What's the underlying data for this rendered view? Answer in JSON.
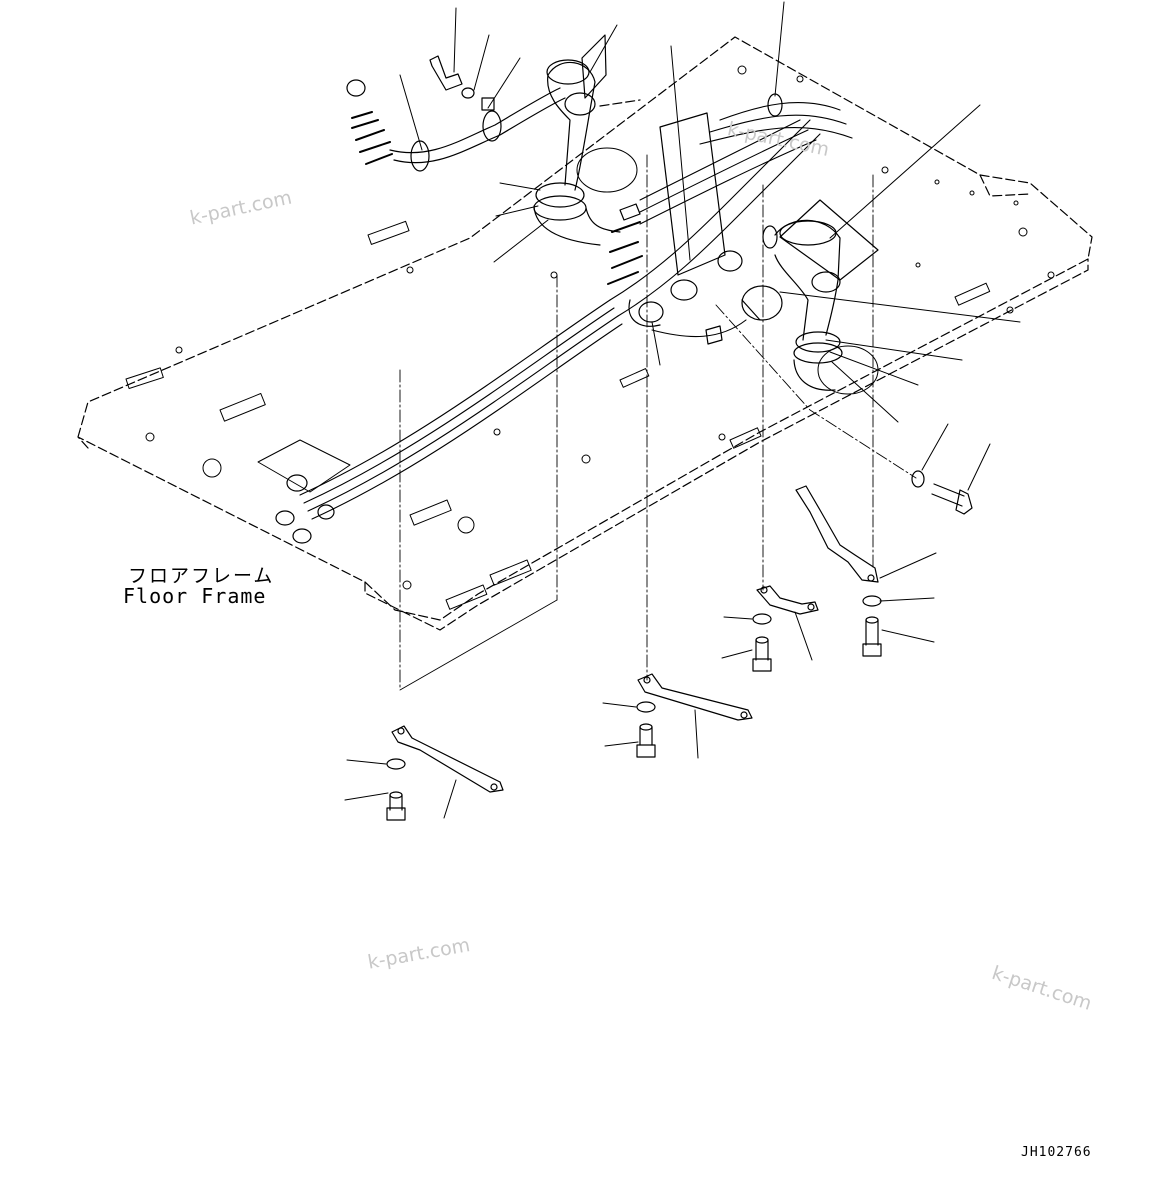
{
  "diagram": {
    "frame_label_jp": "フロアフレーム",
    "frame_label_en": "Floor Frame",
    "drawing_code": "JH102766",
    "watermarks": [
      "k-part.com",
      "k-part.com",
      "k-part.com",
      "k-part.com"
    ]
  }
}
